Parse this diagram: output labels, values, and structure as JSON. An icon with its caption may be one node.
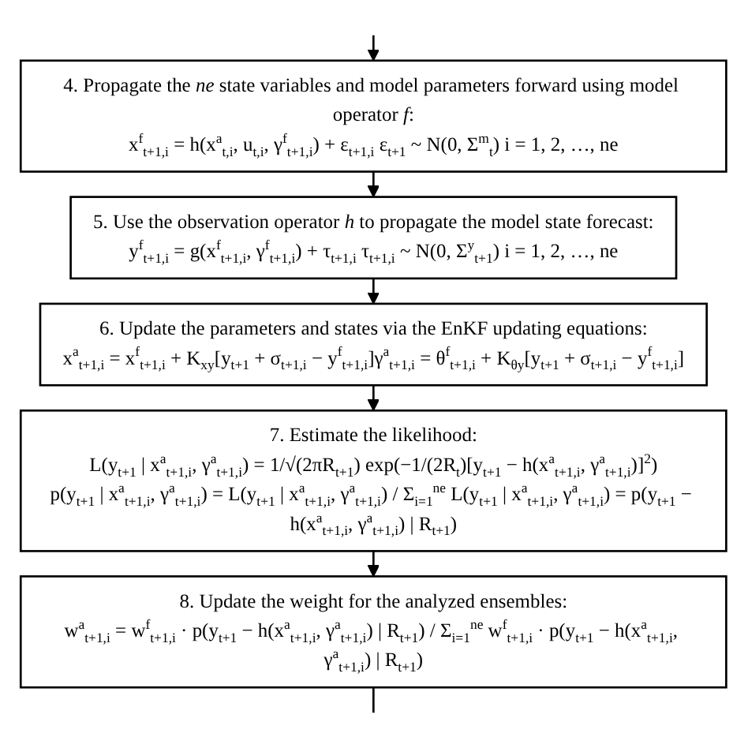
{
  "diagram": {
    "nodes": [
      {
        "text": [
          "4. Propagate the *ne* state variables and model parameters forward using model operator *f*:",
          "x$^{f}$$_{t+1,i}$ = h(x$^{a}$$_{t,i}$, u$_{t,i}$, γ$^{f}$$_{t+1,i}$) + ε$_{t+1,i}$ ε$_{t+1}$ ~ N(0, Σ$^{m}$$_{t}$) i = 1, 2, …, ne"
        ]
      },
      {
        "text": [
          "5. Use the observation operator *h* to propagate the model state forecast:",
          "y$^{f}$$_{t+1,i}$ = g(x$^{f}$$_{t+1,i}$, γ$^{f}$$_{t+1,i}$) + τ$_{t+1,i}$ τ$_{t+1,i}$ ~ N(0, Σ$^{y}$$_{t+1}$) i = 1, 2, …, ne"
        ]
      },
      {
        "text": [
          "6. Update the parameters and states via the EnKF updating equations:",
          "x$^{a}$$_{t+1,i}$ = x$^{f}$$_{t+1,i}$ + K$_{xy}$[y$_{t+1}$ + σ$_{t+1,i}$ − y$^{f}$$_{t+1,i}$]γ$^{a}$$_{t+1,i}$ = θ$^{f}$$_{t+1,i}$ + K$_{θy}$[y$_{t+1}$ + σ$_{t+1,i}$ − y$^{f}$$_{t+1,i}$]"
        ]
      },
      {
        "text": [
          "7. Estimate the likelihood:",
          "L(y$_{t+1}$ | x$^{a}$$_{t+1,i}$, γ$^{a}$$_{t+1,i}$) = 1/√(2πR$_{t+1}$) exp(−1/(2R$_{t}$)[y$_{t+1}$ − h(x$^{a}$$_{t+1,i}$, γ$^{a}$$_{t+1,i}$)]$^{2}$)",
          "p(y$_{t+1}$ | x$^{a}$$_{t+1,i}$, γ$^{a}$$_{t+1,i}$) = L(y$_{t+1}$ | x$^{a}$$_{t+1,i}$, γ$^{a}$$_{t+1,i}$) / Σ$_{i=1}$$^{ne}$ L(y$_{t+1}$ | x$^{a}$$_{t+1,i}$, γ$^{a}$$_{t+1,i}$) = p(y$_{t+1}$ − h(x$^{a}$$_{t+1,i}$, γ$^{a}$$_{t+1,i}$) | R$_{t+1}$)"
        ]
      },
      {
        "text": [
          "8. Update the weight for the analyzed ensembles:",
          "w$^{a}$$_{t+1,i}$ = w$^{f}$$_{t+1,i}$ · p(y$_{t+1}$ − h(x$^{a}$$_{t+1,i}$, γ$^{a}$$_{t+1,i}$) | R$_{t+1}$) / Σ$_{i=1}$$^{ne}$ w$^{f}$$_{t+1,i}$ · p(y$_{t+1}$ − h(x$^{a}$$_{t+1,i}$, γ$^{a}$$_{t+1,i}$) | R$_{t+1}$)"
        ]
      }
    ],
    "edges": [
      {
        "from": null,
        "to": 0,
        "arrow": "to"
      },
      {
        "from": 0,
        "to": 1,
        "arrow": "to"
      },
      {
        "from": 1,
        "to": 2,
        "arrow": "to"
      },
      {
        "from": 2,
        "to": 3,
        "arrow": "to"
      },
      {
        "from": 3,
        "to": 4,
        "arrow": "to"
      },
      {
        "from": 4,
        "to": null,
        "arrow": "none"
      }
    ]
  }
}
